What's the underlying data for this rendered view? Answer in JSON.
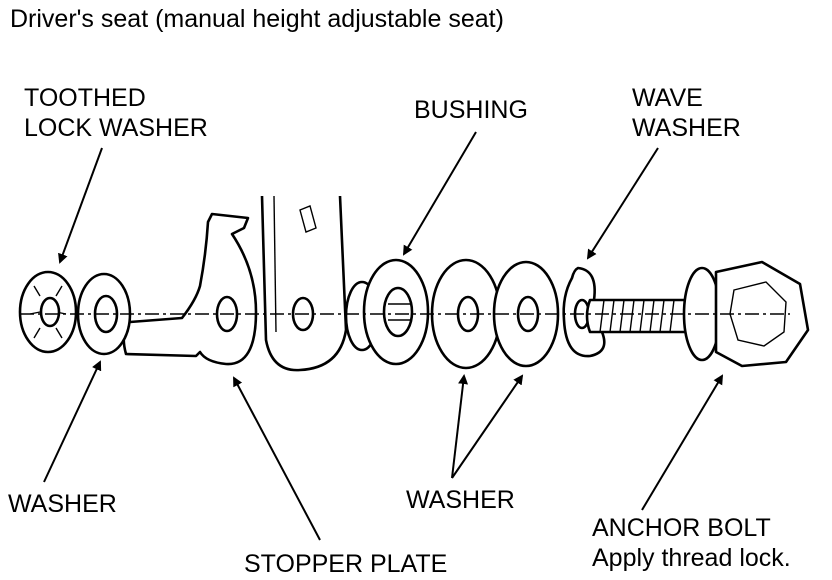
{
  "title": "Driver's seat (manual height adjustable seat)",
  "labels": {
    "toothed_lock_washer_1": "TOOTHED",
    "toothed_lock_washer_2": "LOCK WASHER",
    "bushing": "BUSHING",
    "wave_washer_1": "WAVE",
    "wave_washer_2": "WASHER",
    "washer_left": "WASHER",
    "stopper_plate": "STOPPER PLATE",
    "washer_right": "WASHER",
    "anchor_bolt": "ANCHOR BOLT",
    "anchor_bolt_note": "Apply thread lock."
  },
  "colors": {
    "ink": "#000000",
    "paper": "#ffffff"
  }
}
